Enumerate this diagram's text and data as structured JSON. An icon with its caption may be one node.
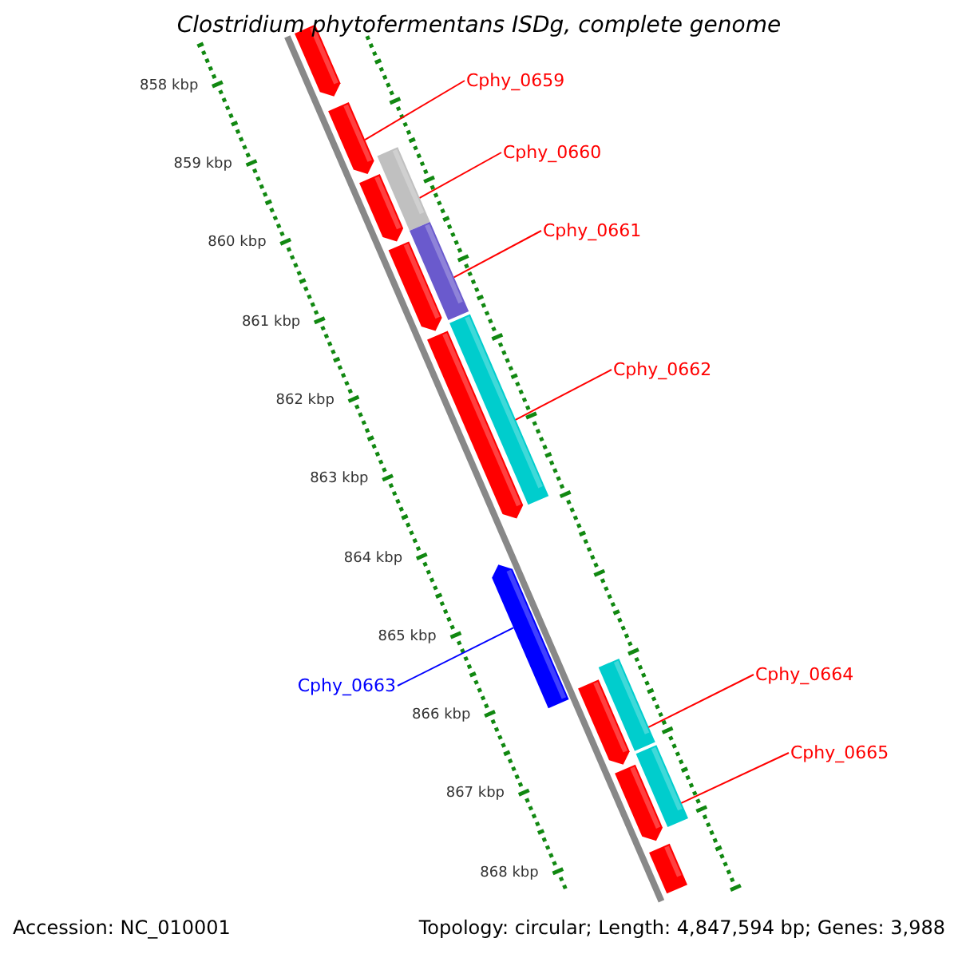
{
  "diagram": {
    "title": "Clostridium phytofermentans ISDg, complete genome",
    "nodes": [
      {
        "text": [
          "Cphy_0659"
        ]
      },
      {
        "text": [
          "Cphy_0660"
        ]
      },
      {
        "text": [
          "Cphy_0661"
        ]
      },
      {
        "text": [
          "Cphy_0662"
        ]
      },
      {
        "text": [
          "Cphy_0663"
        ]
      },
      {
        "text": [
          "Cphy_0664"
        ]
      },
      {
        "text": [
          "Cphy_0665"
        ]
      },
      {
        "text": [],
        "shape": "arrow"
      },
      {
        "text": [],
        "shape": "arrow"
      },
      {
        "text": [],
        "shape": "bar"
      },
      {
        "text": [],
        "shape": "arrow"
      },
      {
        "text": [],
        "shape": "bar"
      },
      {
        "text": [],
        "shape": "arrow"
      },
      {
        "text": [],
        "shape": "bar"
      },
      {
        "text": [],
        "shape": "arrow"
      },
      {
        "text": [],
        "shape": "arrow"
      },
      {
        "text": [],
        "shape": "bar"
      },
      {
        "text": [],
        "shape": "arrow"
      },
      {
        "text": [],
        "shape": "bar"
      },
      {
        "text": [],
        "shape": "arrow"
      },
      {
        "text": [],
        "shape": "arrow"
      }
    ],
    "edges": [
      {
        "from": 0,
        "to": 8,
        "arrow": "none"
      },
      {
        "from": 1,
        "to": 9,
        "arrow": "none"
      },
      {
        "from": 2,
        "to": 11,
        "arrow": "none"
      },
      {
        "from": 3,
        "to": 13,
        "arrow": "none"
      },
      {
        "from": 4,
        "to": 15,
        "arrow": "none",
        "color": "#0000ff"
      },
      {
        "from": 5,
        "to": 16,
        "arrow": "none"
      },
      {
        "from": 6,
        "to": 18,
        "arrow": "none"
      }
    ],
    "labels": [
      "858 kbp",
      "859 kbp",
      "860 kbp",
      "861 kbp",
      "862 kbp",
      "863 kbp",
      "864 kbp",
      "865 kbp",
      "866 kbp",
      "867 kbp",
      "868 kbp",
      "Accession: NC_010001",
      "Topology: circular; Length: 4,847,594 bp; Genes: 3,988"
    ]
  }
}
